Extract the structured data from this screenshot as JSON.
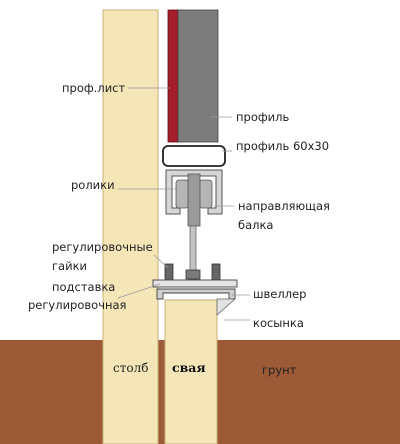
{
  "colors": {
    "ground": "#9c5b36",
    "post": "#f4e6b7",
    "post_edge": "#c9b27a",
    "sheet": "#a31d2a",
    "profile": "#7d7d7d",
    "metal": "#d9d9d9",
    "rail": "#8f8f8f"
  },
  "labels": {
    "prof_list": "проф.лист",
    "profile": "профиль",
    "profile_60x30": "профиль 60х30",
    "rollers": "ролики",
    "guide_beam_line1": "направляющая",
    "guide_beam_line2": "балка",
    "adj_nuts_line1": "регулировочные",
    "adj_nuts_line2": "гайки",
    "adj_stand_line1": "подставка",
    "adj_stand_line2": "регулировочная",
    "channel": "швеллер",
    "gusset": "косынка",
    "post": "столб",
    "pile": "свая",
    "ground": "грунт"
  }
}
